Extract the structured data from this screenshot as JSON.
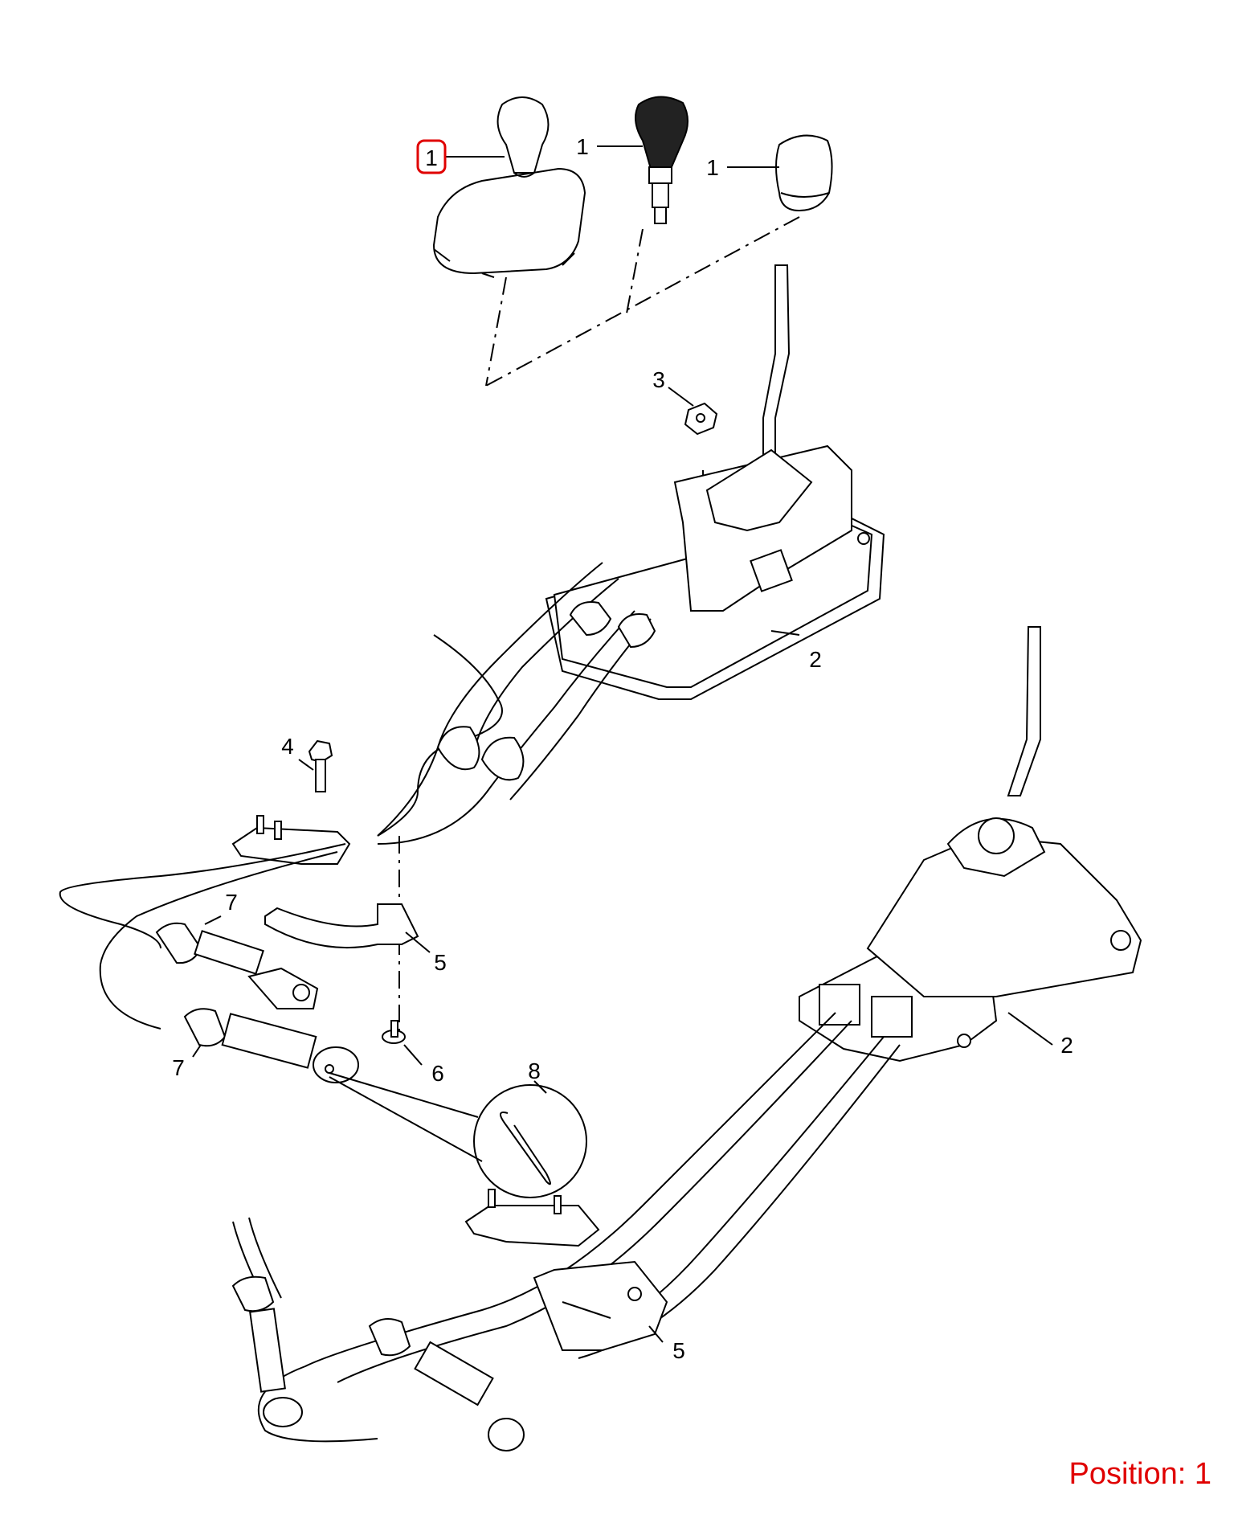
{
  "callouts": [
    {
      "id": "c1a",
      "label": "1"
    },
    {
      "id": "c1b",
      "label": "1"
    },
    {
      "id": "c1c",
      "label": "1"
    },
    {
      "id": "c2a",
      "label": "2"
    },
    {
      "id": "c2b",
      "label": "2"
    },
    {
      "id": "c3",
      "label": "3"
    },
    {
      "id": "c4",
      "label": "4"
    },
    {
      "id": "c5a",
      "label": "5"
    },
    {
      "id": "c5b",
      "label": "5"
    },
    {
      "id": "c6",
      "label": "6"
    },
    {
      "id": "c7a",
      "label": "7"
    },
    {
      "id": "c7b",
      "label": "7"
    },
    {
      "id": "c8",
      "label": "8"
    }
  ],
  "highlight_color": "#e00000",
  "position_label": "Position: 1"
}
